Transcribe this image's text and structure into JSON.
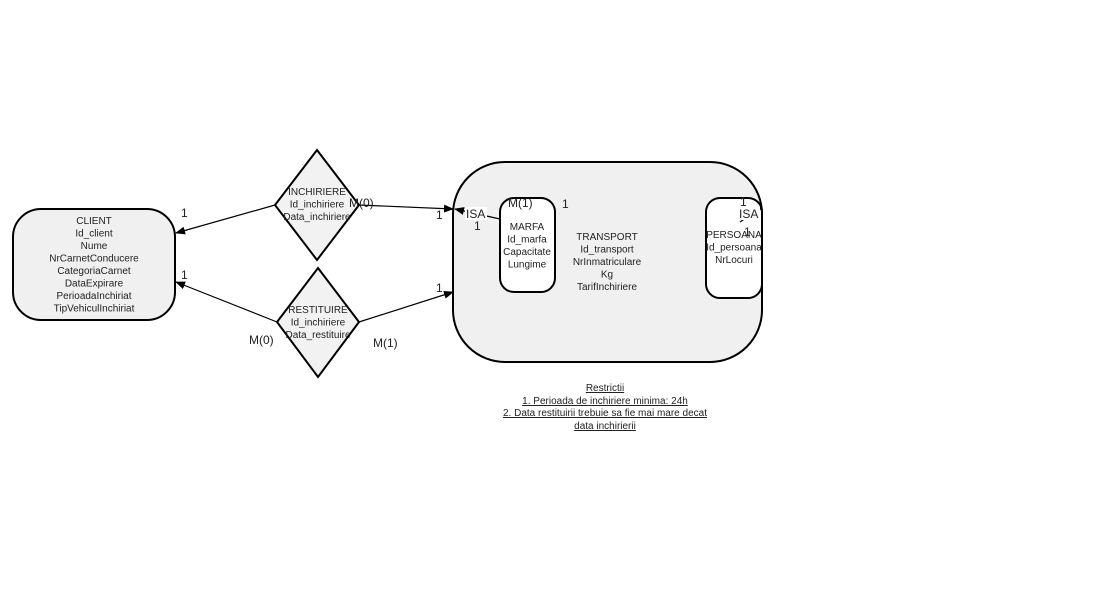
{
  "entities": {
    "client": {
      "name": "CLIENT",
      "attributes": [
        "Id_client",
        "Nume",
        "NrCarnetConducere",
        "CategoriaCarnet",
        "DataExpirare",
        "PerioadaInchiriat",
        "TipVehiculInchiriat"
      ]
    },
    "transport": {
      "name": "TRANSPORT",
      "attributes": [
        "Id_transport",
        "NrInmatriculare",
        "Kg",
        "TarifInchiriere"
      ]
    },
    "marfa": {
      "name": "MARFA",
      "attributes": [
        "Id_marfa",
        "Capacitate",
        "Lungime"
      ]
    },
    "persoana": {
      "name": "PERSOANA",
      "attributes": [
        "Id_persoana",
        "NrLocuri"
      ]
    }
  },
  "relationships": {
    "inchiriere": {
      "name": "INCHIRIERE",
      "attributes": [
        "Id_inchiriere",
        "Data_inchiriere"
      ],
      "card_client": "1",
      "card_rel_right": "M(0)",
      "card_transport": "1"
    },
    "restituire": {
      "name": "RESTITUIRE",
      "attributes": [
        "Id_inchiriere",
        "Data_restituire"
      ],
      "card_client": "1",
      "card_rel_left": "M(0)",
      "card_rel_right": "M(1)",
      "card_transport": "1"
    }
  },
  "isa": {
    "marfa": {
      "label": "ISA",
      "card_top": "M(1)",
      "card_right": "1",
      "card_below": "1"
    },
    "persoana": {
      "label": "ISA",
      "card_top": "1",
      "card_below": "1"
    }
  },
  "restrictions": {
    "title": "Restrictii",
    "lines": [
      "1. Perioada de inchiriere minima: 24h",
      "2. Data restituirii trebuie sa fie mai mare decat",
      "data inchirierii"
    ]
  }
}
